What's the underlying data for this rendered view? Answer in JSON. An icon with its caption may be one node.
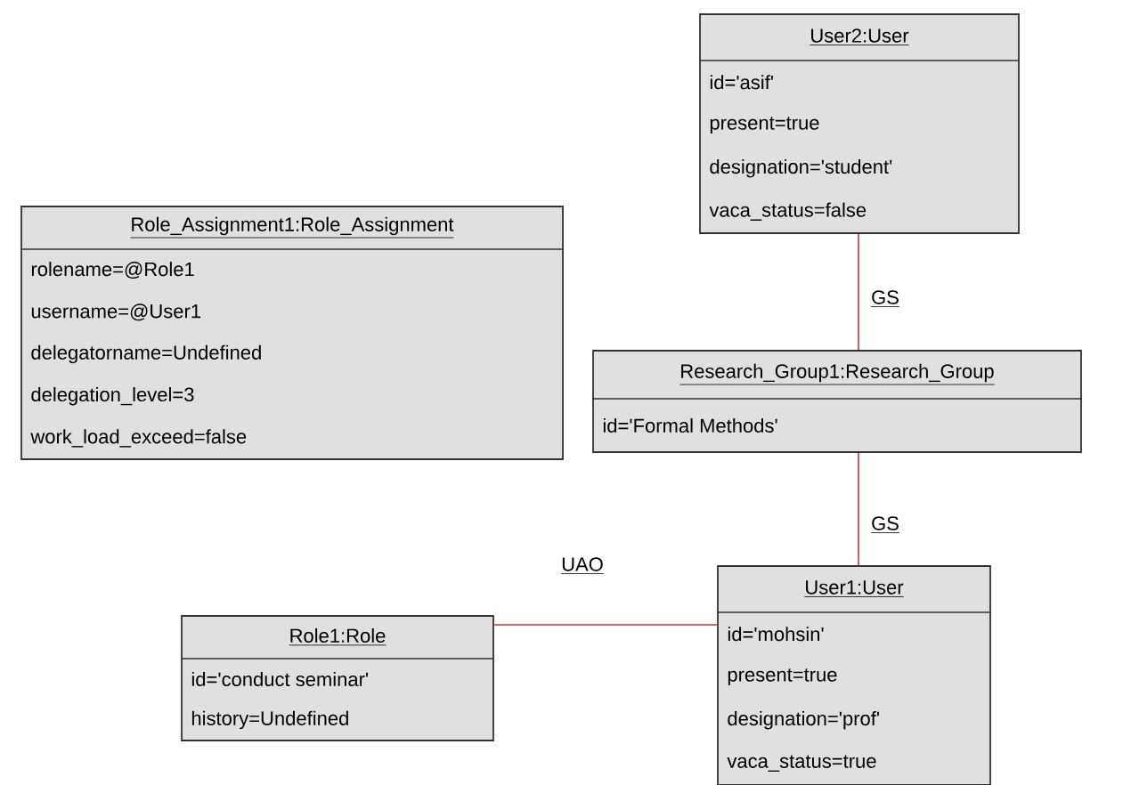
{
  "diagram": {
    "nodes": [
      {
        "text": [
          "Role_Assignment1:Role_Assignment",
          "rolename=@Role1",
          "username=@User1",
          "delegatorname=Undefined",
          "delegation_level=3",
          "work_load_exceed=false"
        ]
      },
      {
        "text": [
          "User2:User",
          "id='asif'",
          "present=true",
          "designation='student'",
          "vaca_status=false"
        ]
      },
      {
        "text": [
          "Research_Group1:Research_Group",
          "id='Formal Methods'"
        ]
      },
      {
        "text": [
          "Role1:Role",
          "id='conduct seminar'",
          "history=Undefined"
        ]
      },
      {
        "text": [
          "User1:User",
          "id='mohsin'",
          "present=true",
          "designation='prof'",
          "vaca_status=true"
        ]
      }
    ],
    "edges": [
      {
        "from": 1,
        "to": 2,
        "arrow": "none",
        "label": "GS"
      },
      {
        "from": 2,
        "to": 4,
        "arrow": "none",
        "label": "GS"
      },
      {
        "from": 3,
        "to": 4,
        "arrow": "none",
        "label": "UAO"
      }
    ]
  }
}
